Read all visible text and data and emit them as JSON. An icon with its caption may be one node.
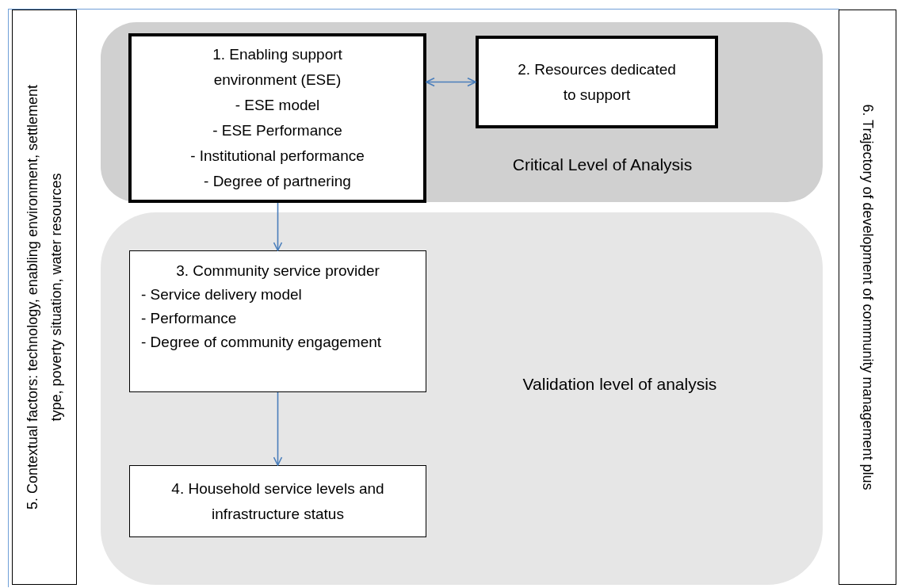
{
  "diagram": {
    "nodes": [
      {
        "text": [
          "5. Contextual factors: technology, enabling environment, settlement type, poverty situation, water resources"
        ]
      },
      {
        "text": [
          "Critical Level of Analysis"
        ]
      },
      {
        "text": [
          "1. Enabling support environment (ESE)",
          "- ESE model",
          "- ESE Performance",
          "- Institutional performance",
          "- Degree of partnering"
        ],
        "in": 1
      },
      {
        "text": [
          "2. Resources dedicated to support"
        ],
        "in": 1
      },
      {
        "text": [
          "Validation level of analysis"
        ]
      },
      {
        "text": [
          "3. Community service provider",
          "- Service delivery model",
          "- Performance",
          "- Degree of community engagement"
        ],
        "in": 4
      },
      {
        "text": [
          "4. Household service levels and infrastructure status"
        ],
        "in": 4
      },
      {
        "text": [
          "6. Trajectory of development of community management plus"
        ]
      }
    ],
    "edges": [
      {
        "from": 2,
        "to": 3,
        "arrow": "both"
      },
      {
        "from": 2,
        "to": 5,
        "arrow": "to"
      },
      {
        "from": 5,
        "to": 6,
        "arrow": "to"
      }
    ]
  }
}
